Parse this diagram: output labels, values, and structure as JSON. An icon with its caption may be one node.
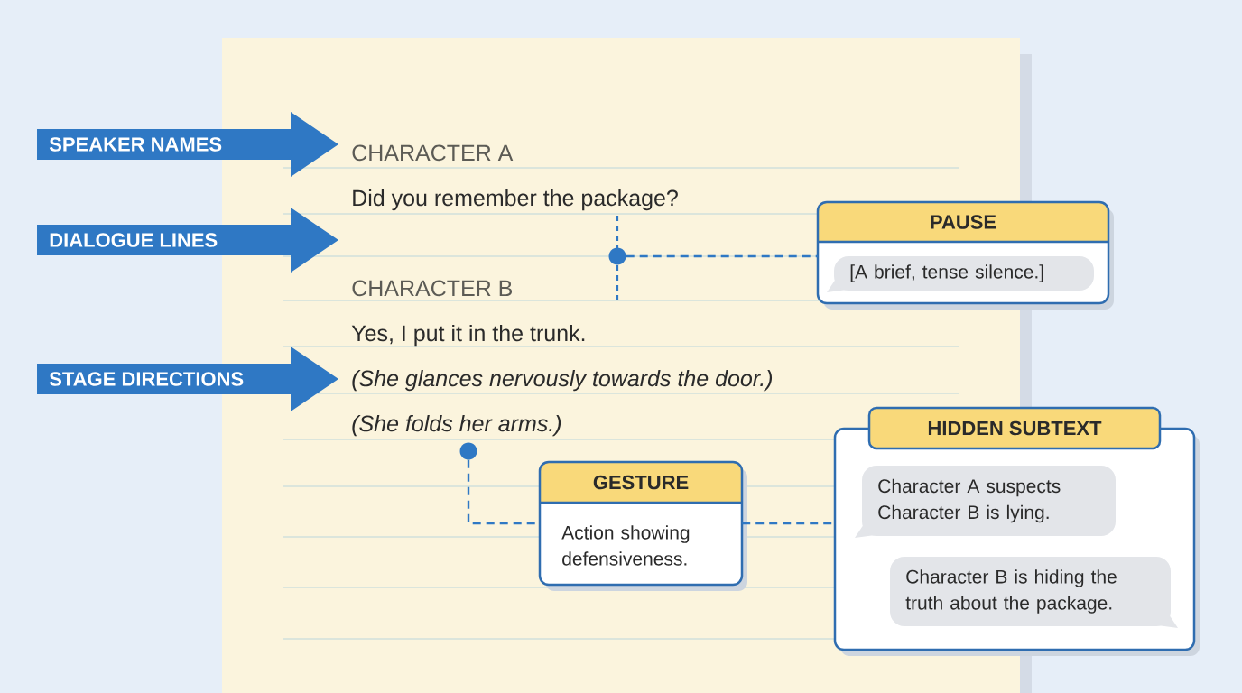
{
  "diagram": {
    "nodes": [
      {
        "text": [
          "SPEAKER NAMES"
        ]
      },
      {
        "text": [
          "DIALOGUE LINES"
        ]
      },
      {
        "text": [
          "STAGE DIRECTIONS"
        ]
      },
      {
        "text": [],
        "shape": "circle"
      },
      {
        "text": [
          "PAUSE"
        ]
      },
      {
        "text": [
          "[A brief, tense silence.]"
        ],
        "in": 4
      },
      {
        "text": [],
        "shape": "circle"
      },
      {
        "text": [
          "GESTURE",
          "Action showing defensiveness."
        ]
      },
      {
        "text": [
          "HIDDEN SUBTEXT"
        ]
      },
      {
        "text": [
          "Character A suspects Character B is lying."
        ],
        "in": 8
      },
      {
        "text": [
          "Character B is hiding the truth about the package."
        ],
        "in": 8
      }
    ],
    "edges": [
      {
        "from": 3,
        "to": 4,
        "arrow": "none",
        "style": "dashed"
      },
      {
        "from": 6,
        "to": 7,
        "arrow": "none",
        "style": "dashed"
      },
      {
        "from": 7,
        "to": 8,
        "arrow": "none",
        "style": "dashed"
      }
    ],
    "labels": [
      "CHARACTER A",
      "Did you remember the package?",
      "CHARACTER B",
      "Yes, I put it in the trunk.",
      "(She glances nervously towards the door.)",
      "(She folds her arms.)"
    ]
  }
}
